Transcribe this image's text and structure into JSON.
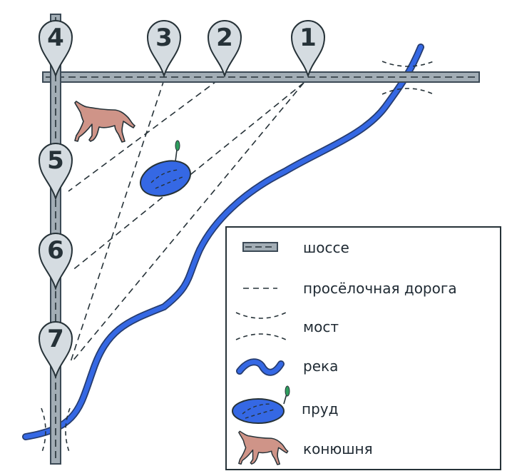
{
  "colors": {
    "road_fill": "#a2adb5",
    "road_stroke": "#3c4a56",
    "river": "#3568e4",
    "river_outline": "#263c6e",
    "pin_fill": "#d5dce1",
    "horse": "#cf9488",
    "leaf": "#2f9e5e",
    "ink": "#263238"
  },
  "pins": [
    {
      "id": "1",
      "label": "1"
    },
    {
      "id": "2",
      "label": "2"
    },
    {
      "id": "3",
      "label": "3"
    },
    {
      "id": "4",
      "label": "4"
    },
    {
      "id": "5",
      "label": "5"
    },
    {
      "id": "6",
      "label": "6"
    },
    {
      "id": "7",
      "label": "7"
    }
  ],
  "legend": {
    "items": [
      {
        "key": "highway",
        "label": "шоссе",
        "icon": "highway-icon"
      },
      {
        "key": "dirt_road",
        "label": "просёлочная дорога",
        "icon": "dirt-road-icon"
      },
      {
        "key": "bridge",
        "label": "мост",
        "icon": "bridge-icon"
      },
      {
        "key": "river",
        "label": "река",
        "icon": "river-icon"
      },
      {
        "key": "pond",
        "label": "пруд",
        "icon": "pond-icon"
      },
      {
        "key": "stable",
        "label": "конюшня",
        "icon": "horse-icon"
      }
    ]
  }
}
